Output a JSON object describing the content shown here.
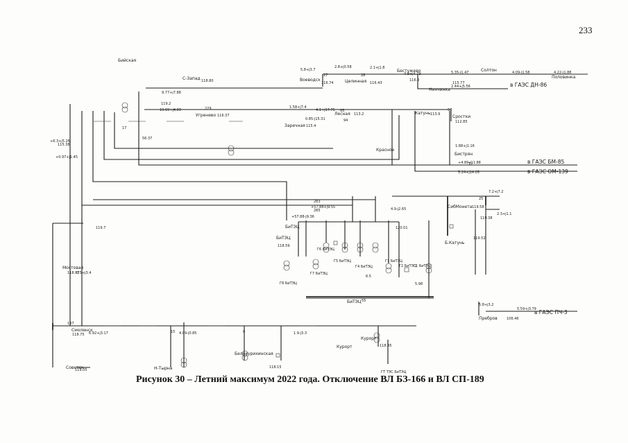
{
  "page_number": "233",
  "caption": "Рисунок 30 – Летний максимум 2022 года. Отключение ВЛ БЗ-166 и ВЛ СП-189",
  "feeds": [
    {
      "label": "в ГАЭС ДН-86"
    },
    {
      "label": "в ГАЭС БМ-85"
    },
    {
      "label": "в ГАЭС ОМ-139"
    },
    {
      "label": "в ГАЭС ПЧ-3"
    }
  ],
  "stations": {
    "voevodsk": "Воеводск",
    "tselinnaya": "Целинная",
    "bestuzhevo": "Бестужево",
    "nenchinka": "Ненчинка",
    "soltan": "Солтон",
    "polovinka": "Половинка",
    "zapadnaya": "С-Запад",
    "biyskaya": "Бийская",
    "ugrenevo": "Угренево",
    "zarechnaya": "Заречная",
    "lesnaya": "Лесная",
    "katun": "Катунь",
    "srostki": "Сростки",
    "krasnoe": "Красное",
    "bistryany": "Бистрян",
    "sokol_moneta": "СибМонета",
    "b_katun": "Б.Катунь",
    "bttec_1": "БиТЭЦ",
    "bttec_2": "БиТЭЦ",
    "bttec_bus": "БиТЭЦ",
    "mostovaya": "Мостовая",
    "smolenskoe": "Смоленск",
    "soviet": "Советск",
    "n_tyrna": "Н-Тырна",
    "belokurikha": "Белокурихинская",
    "kurortnaya1": "Курорт",
    "kurortnaya2": "Курорт",
    "prebrovo": "Пребров",
    "gt_bttec": "ГТ ТЭС БиТЭЦ"
  },
  "generators": {
    "g6": "Г6 БиТЭЦ",
    "g5": "Г5 БиТЭЦ",
    "g8": "Г8 БиТЭЦ",
    "g7": "Г7 БиТЭЦ",
    "g4": "Г4 БиТЭЦ",
    "g3": "Г3 БиТЭЦ",
    "g1": "Г1 БиТЭЦ",
    "g2": "Г2 БиТЭЦ"
  },
  "flows": {
    "f01": "5.8+j3.7",
    "f02": "2.8+j0.58",
    "f03": "2.1+j1.8",
    "f04": "4.9+j4.79",
    "f05": "5.35-j1.47",
    "f06": "4.09-j1.58",
    "f07": "4.22-j1.88",
    "f08": "2.44+j5.56",
    "f09": "9.77+j7.88",
    "f10": "19.69+j4.89",
    "f11": "4.1+j17.75",
    "f12": "1.58+j7.4",
    "f13": "0.85-j15.31",
    "f14": "+4.89-j11.88",
    "f15": "5.24+j14.05",
    "f16": "+57.88+j9.55",
    "f17": "+57.88-j9.36",
    "f18": "4.9-j2.65",
    "f19": "+0.97+j1.45",
    "f20": "+6.3+j5.26",
    "f21": "0.5+j3.4",
    "f22": "6.92+j3.17",
    "f23": "4.09-j0.85",
    "f24": "5.59+j3.79",
    "f25": "5.8+j3.2",
    "f26": "7.2+j7.2",
    "f27": "2.3+j1.1",
    "f28": "1.9-j3.3",
    "f29": "1.88+j1.16"
  },
  "voltages": {
    "v01": "116.74",
    "v02": "116.43",
    "v03": "116.3",
    "v04": "115.77",
    "v05": "118.80",
    "v06": "119.2",
    "v07": "116.37",
    "v08": "115.4",
    "v09": "113.2",
    "v10": "113.9",
    "v11": "115.38",
    "v12": "120.01",
    "v13": "119.58",
    "v14": "119.52",
    "v15": "118.87",
    "v16": "118.75",
    "v17": "119.05",
    "v18": "118.45",
    "v19": "106.46",
    "v20": "119.38",
    "v21": "119.7",
    "v22": "112.85",
    "v23": "56.37",
    "v24": "118.15",
    "v25": "118.59",
    "v26": "5.98"
  },
  "node_ids": {
    "n27": "27",
    "n28": "28",
    "n229": "229",
    "n93": "93",
    "n94": "94",
    "n97": "97",
    "n25": "25",
    "n283": "283",
    "n285": "285",
    "n15": "15",
    "n137": "137",
    "n17": "17",
    "n72": "72",
    "n55": "55",
    "n6_5": "6.5",
    "n0": "0"
  }
}
